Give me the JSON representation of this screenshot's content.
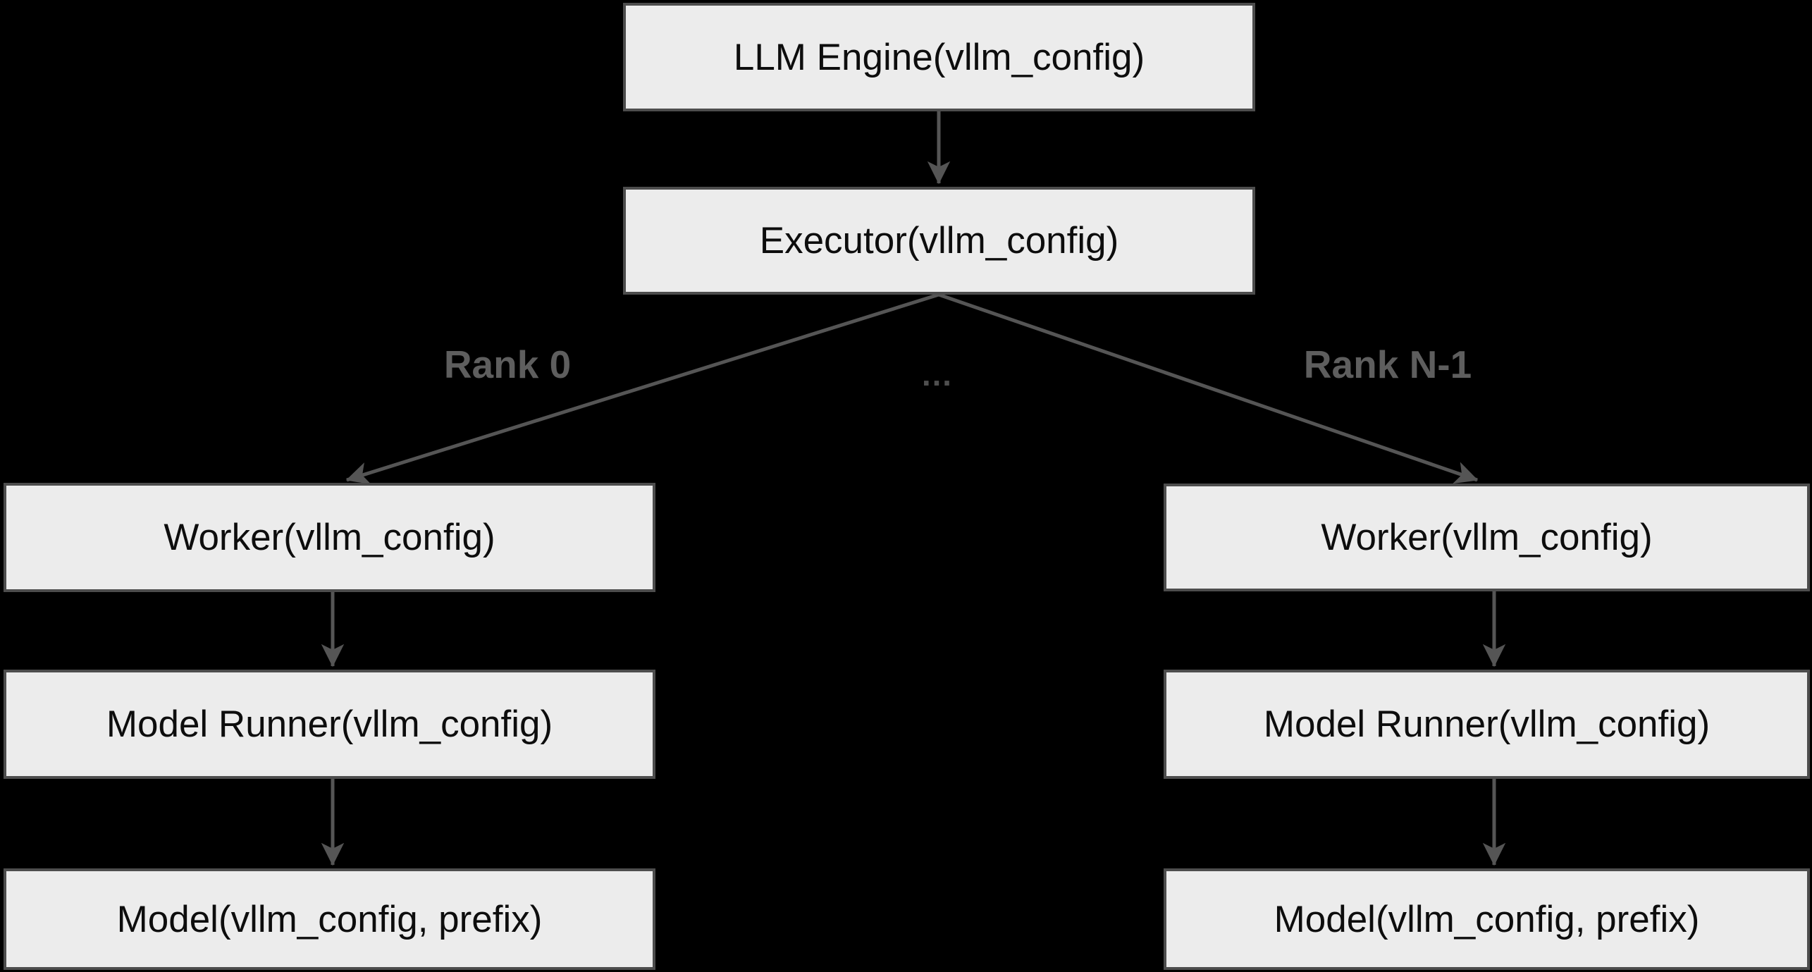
{
  "colors": {
    "background": "#000000",
    "node_fill": "#ececec",
    "node_border": "#4d4d4d",
    "node_text": "#0d0d0d",
    "edge": "#555555",
    "edge_label_text": "#5e5e5e"
  },
  "nodes": {
    "llm_engine": {
      "label": "LLM Engine(vllm_config)"
    },
    "executor": {
      "label": "Executor(vllm_config)"
    },
    "worker_left": {
      "label": "Worker(vllm_config)"
    },
    "model_runner_left": {
      "label": "Model Runner(vllm_config)"
    },
    "model_left": {
      "label": "Model(vllm_config, prefix)"
    },
    "worker_right": {
      "label": "Worker(vllm_config)"
    },
    "model_runner_right": {
      "label": "Model Runner(vllm_config)"
    },
    "model_right": {
      "label": "Model(vllm_config, prefix)"
    }
  },
  "edge_labels": {
    "rank0": "Rank 0",
    "ellipsis": "…",
    "rankN": "Rank N-1"
  }
}
